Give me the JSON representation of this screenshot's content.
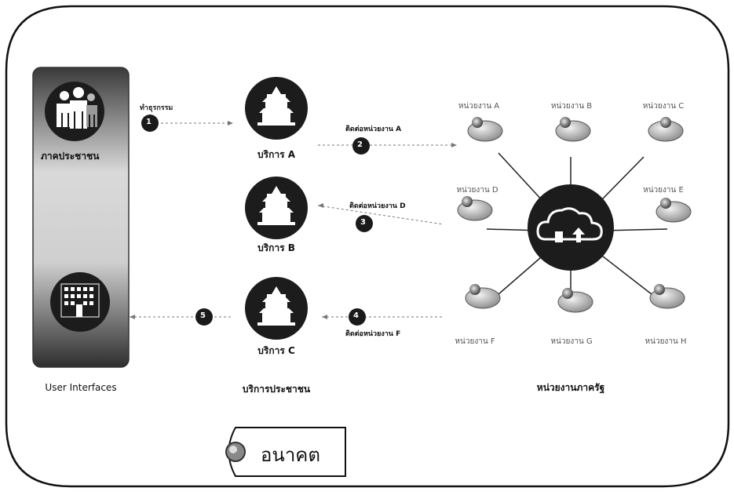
{
  "sections": {
    "user_interfaces": "User Interfaces",
    "public_services": "บริการประชาชน",
    "government_agencies": "หน่วยงานภาครัฐ"
  },
  "users": {
    "business_label": "ภาคประชาชน"
  },
  "step_label_1": "ทำธุรกรรม",
  "steps": [
    "1",
    "2",
    "3",
    "4",
    "5"
  ],
  "services": [
    {
      "name": "บริการ A"
    },
    {
      "name": "บริการ B"
    },
    {
      "name": "บริการ C"
    }
  ],
  "contacts": [
    "ติดต่อหน่วยงาน A",
    "ติดต่อหน่วยงาน D",
    "ติดต่อหน่วยงาน F"
  ],
  "agencies": [
    "หน่วยงาน A",
    "หน่วยงาน B",
    "หน่วยงาน C",
    "หน่วยงาน D",
    "หน่วยงาน E",
    "หน่วยงาน F",
    "หน่วยงาน G",
    "หน่วยงาน H"
  ],
  "future_label": "อนาคต",
  "colors": {
    "dark_circle": "#1c1c1c",
    "badge": "#1a1a1a",
    "panel_dark": "#2a2a2a",
    "line": "#555555"
  }
}
